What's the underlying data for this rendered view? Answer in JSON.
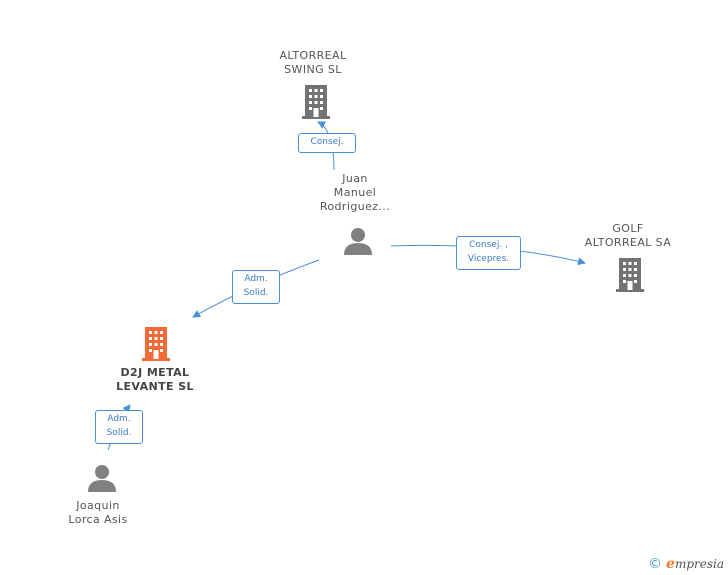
{
  "colors": {
    "company": "#737373",
    "focus_company": "#f26a35",
    "person": "#808080",
    "link": "#4a90d9"
  },
  "nodes": {
    "altorreal_swing": {
      "lines": [
        "ALTORREAL",
        "SWING  SL"
      ],
      "icon": "building-icon"
    },
    "golf_altorreal": {
      "lines": [
        "GOLF",
        "ALTORREAL SA"
      ],
      "icon": "building-icon"
    },
    "d2j_metal": {
      "lines": [
        "D2J METAL",
        "LEVANTE  SL"
      ],
      "icon": "building-icon"
    },
    "juan_manuel": {
      "lines": [
        "Juan",
        "Manuel",
        "Rodriguez..."
      ],
      "icon": "person-icon"
    },
    "joaquin": {
      "lines": [
        "Joaquin",
        "Lorca Asis"
      ],
      "icon": "person-icon"
    }
  },
  "roles": {
    "juan_to_swing": [
      "Consej."
    ],
    "juan_to_golf": [
      "Consej. ,",
      "Vicepres."
    ],
    "juan_to_d2j": [
      "Adm.",
      "Solid."
    ],
    "joaquin_to_d2j": [
      "Adm.",
      "Solid."
    ]
  },
  "footer": {
    "copyright_symbol": "©",
    "brand_initial": "e",
    "brand_rest": "mpresia"
  }
}
